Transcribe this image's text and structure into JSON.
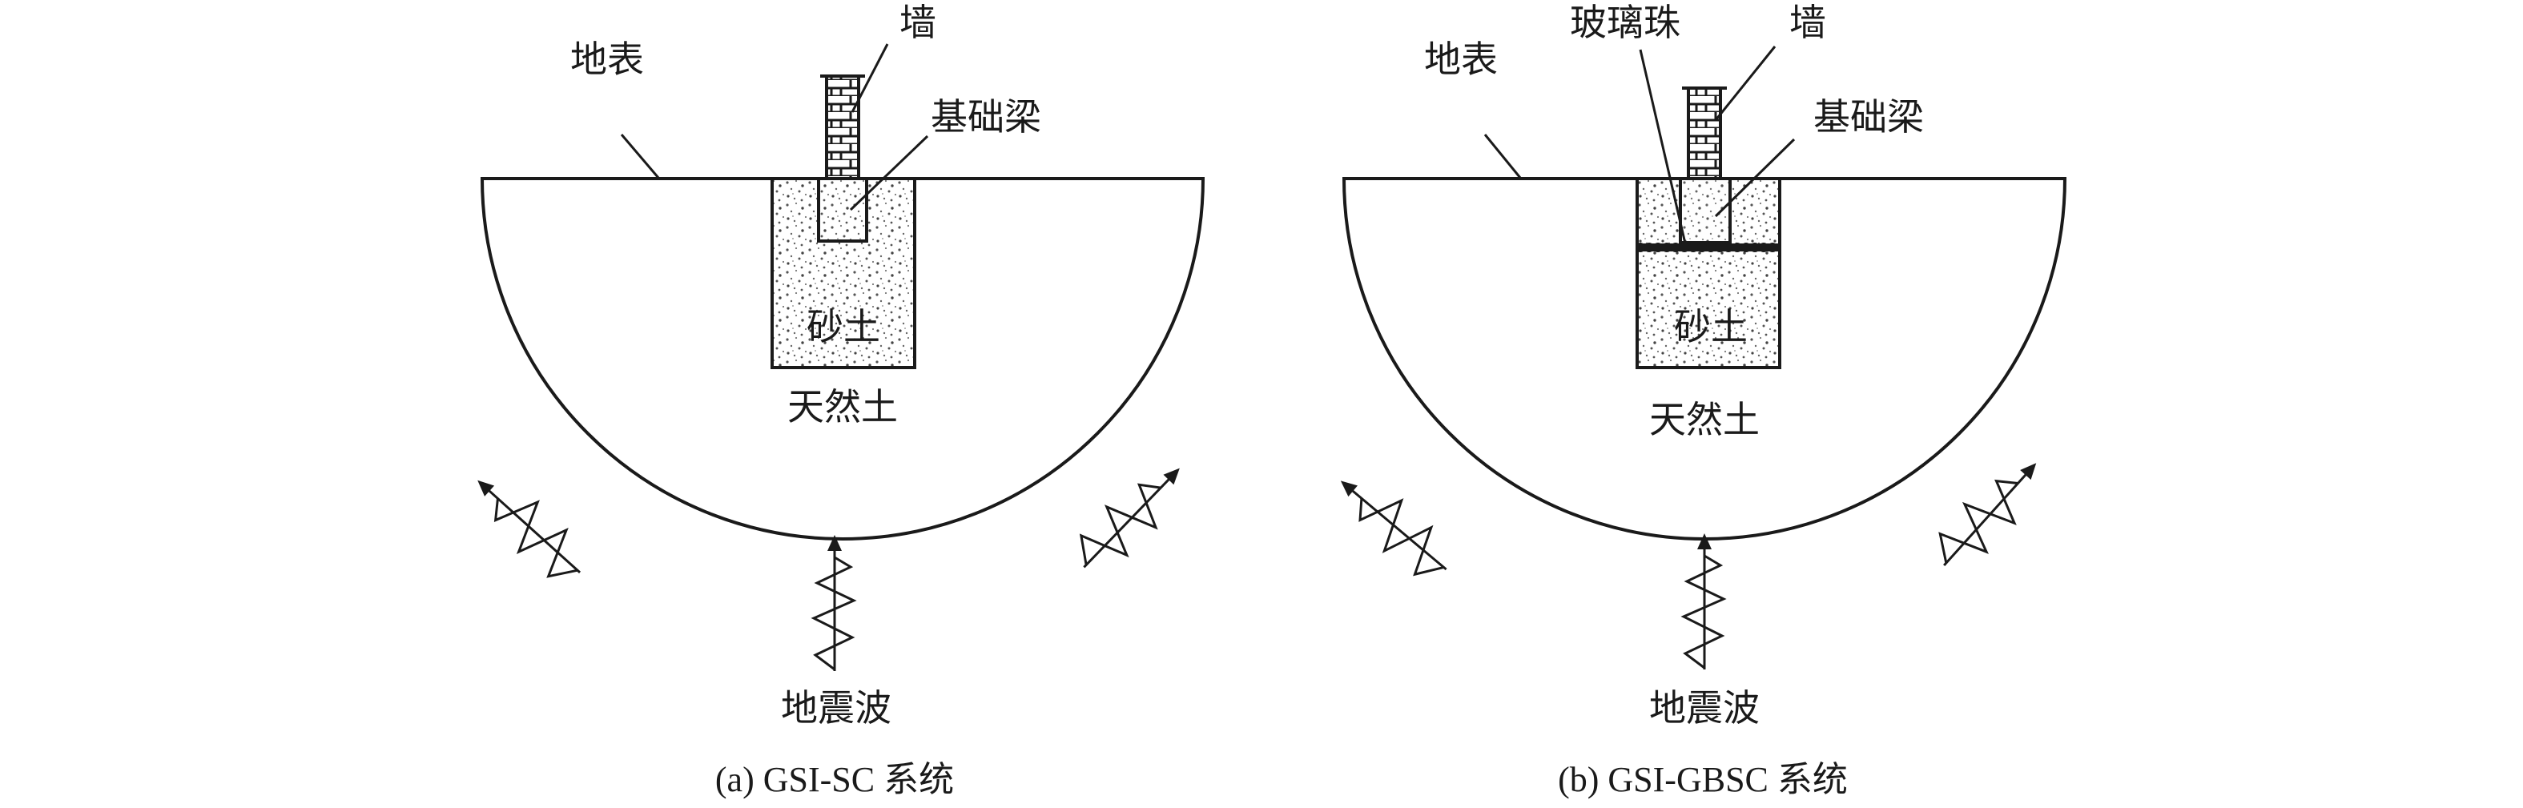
{
  "panels": [
    {
      "id": "a",
      "caption": "(a) GSI-SC 系统",
      "labels": {
        "surface": "地表",
        "wall": "墙",
        "beam": "基础梁",
        "sand": "砂土",
        "soil": "天然土",
        "wave": "地震波"
      }
    },
    {
      "id": "b",
      "caption": "(b) GSI-GBSC 系统",
      "labels": {
        "surface": "地表",
        "wall": "墙",
        "beam": "基础梁",
        "sand": "砂土",
        "soil": "天然土",
        "wave": "地震波",
        "glass": "玻璃珠"
      }
    }
  ],
  "colors": {
    "ink": "#1a1a1a",
    "background": "#ffffff"
  }
}
